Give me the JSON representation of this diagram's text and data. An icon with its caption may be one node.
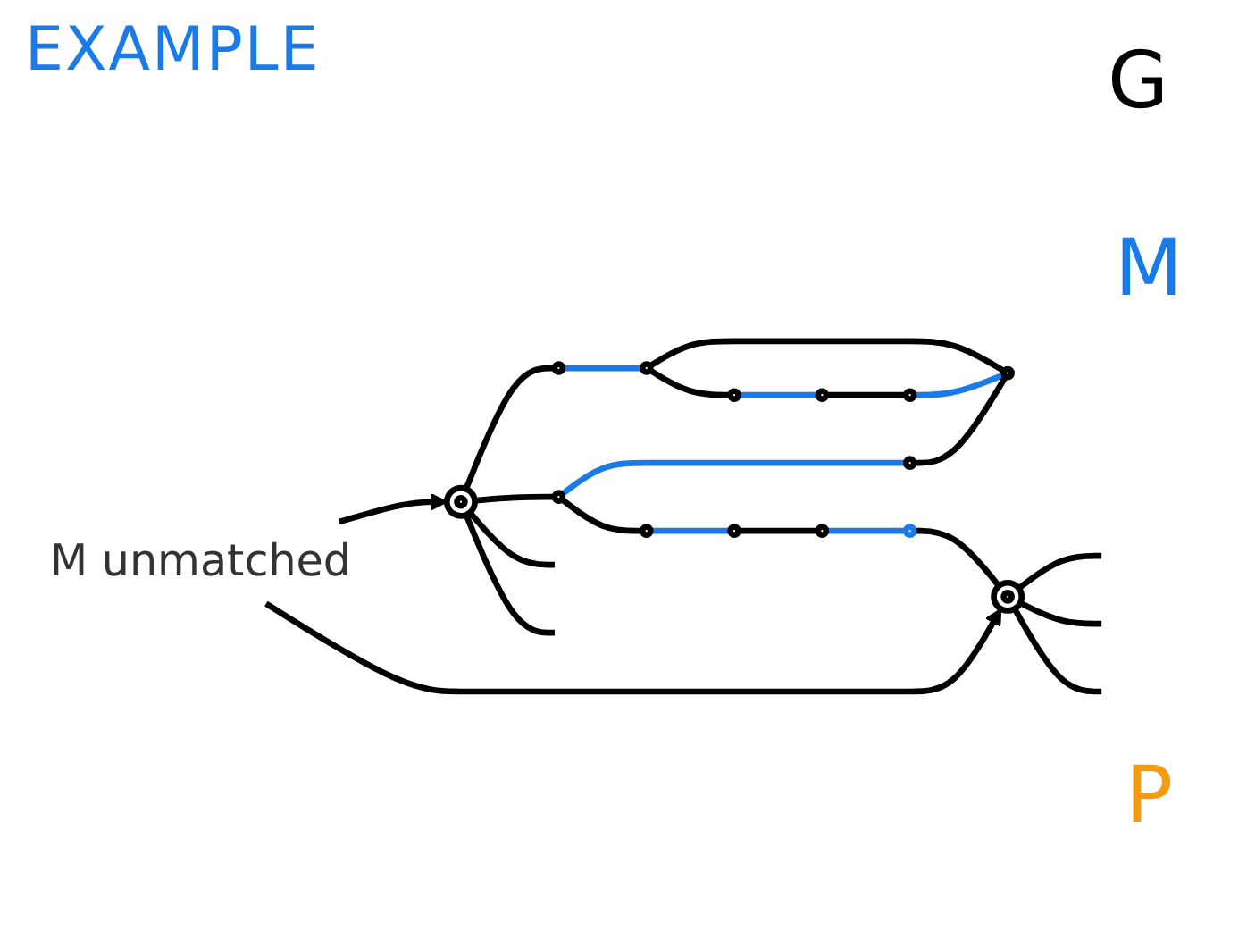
{
  "diagram": {
    "title": "EXAMPLE",
    "nodes": [
      {
        "text": [],
        "shape": "circle"
      },
      {
        "text": [],
        "shape": "circle"
      },
      {
        "text": [],
        "shape": "circle"
      },
      {
        "text": [],
        "shape": "circle"
      },
      {
        "text": [],
        "shape": "circle"
      },
      {
        "text": [],
        "shape": "circle"
      },
      {
        "text": [],
        "shape": "circle"
      },
      {
        "text": [],
        "shape": "circle"
      },
      {
        "text": [],
        "shape": "circle"
      },
      {
        "text": [],
        "shape": "circle"
      },
      {
        "text": [],
        "shape": "circle"
      },
      {
        "text": [],
        "shape": "circle"
      },
      {
        "text": [],
        "shape": "circle"
      },
      {
        "text": [],
        "shape": "circle"
      },
      {
        "text": [
          "M unmatched"
        ]
      }
    ],
    "edges": [
      {
        "from": 0,
        "to": 1,
        "arrow": "none"
      },
      {
        "from": 1,
        "to": 2,
        "arrow": "none",
        "color": "#1a7ae8"
      },
      {
        "from": 2,
        "to": 5,
        "arrow": "none"
      },
      {
        "from": 2,
        "to": 3,
        "arrow": "none"
      },
      {
        "from": 3,
        "to": 4,
        "arrow": "none",
        "color": "#1a7ae8"
      },
      {
        "from": 4,
        "to": 6,
        "arrow": "none"
      },
      {
        "from": 6,
        "to": 5,
        "arrow": "none",
        "color": "#1a7ae8"
      },
      {
        "from": 0,
        "to": 7,
        "arrow": "none"
      },
      {
        "from": 7,
        "to": 8,
        "arrow": "none",
        "color": "#1a7ae8"
      },
      {
        "from": 8,
        "to": 5,
        "arrow": "none"
      },
      {
        "from": 7,
        "to": 9,
        "arrow": "none"
      },
      {
        "from": 9,
        "to": 10,
        "arrow": "none",
        "color": "#1a7ae8"
      },
      {
        "from": 10,
        "to": 11,
        "arrow": "none"
      },
      {
        "from": 11,
        "to": 12,
        "arrow": "none",
        "color": "#1a7ae8"
      },
      {
        "from": 12,
        "to": 13,
        "arrow": "none"
      },
      {
        "from": 14,
        "to": 0,
        "arrow": "to"
      },
      {
        "from": 14,
        "to": 13,
        "arrow": "to"
      },
      {
        "from": 0,
        "to": null,
        "arrow": "none"
      },
      {
        "from": 0,
        "to": null,
        "arrow": "none"
      },
      {
        "from": 13,
        "to": null,
        "arrow": "none"
      },
      {
        "from": 13,
        "to": null,
        "arrow": "none"
      },
      {
        "from": 13,
        "to": null,
        "arrow": "none"
      }
    ],
    "labels": [
      "G",
      "M",
      "P"
    ]
  }
}
